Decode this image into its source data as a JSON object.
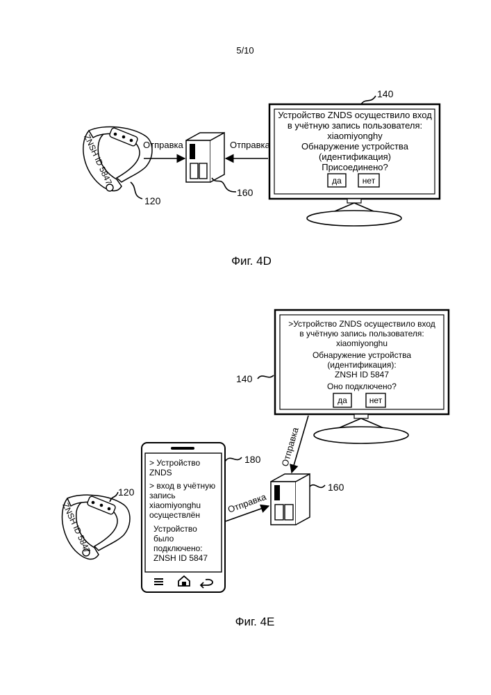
{
  "page_number": "5/10",
  "fig4d": {
    "caption": "Фиг. 4D",
    "tv": {
      "ref": "140",
      "lines": [
        "Устройство ZNDS осуществило вход",
        "в учётную запись пользователя:",
        "xiaomiyonghy",
        "Обнаружение устройства",
        "(идентификация)",
        "Присоединено?"
      ],
      "yes": "да",
      "no": "нет"
    },
    "band": {
      "ref": "120",
      "label": "ZNSH ID 5847"
    },
    "box": {
      "ref": "160"
    },
    "arrow_left_label": "Отправка",
    "arrow_right_label": "Отправка"
  },
  "fig4e": {
    "caption": "Фиг. 4E",
    "tv": {
      "ref": "140",
      "lines": [
        ">Устройство ZNDS осуществило вход",
        "в учётную запись пользователя:",
        "xiaomiyonghu",
        "Обнаружение устройства",
        "(идентификация):",
        "ZNSH ID 5847",
        "Оно подключено?"
      ],
      "yes": "да",
      "no": "нет"
    },
    "phone": {
      "ref": "180",
      "lines": [
        "> Устройство",
        "ZNDS",
        "> вход в учётную",
        "запись",
        "xiaomiyonghu",
        "осуществлён",
        "Устройство",
        "было",
        "подключено:",
        "ZNSH ID 5847"
      ]
    },
    "band": {
      "ref": "120",
      "label": "ZNSH ID 5847"
    },
    "box": {
      "ref": "160"
    },
    "arrow_phone_label": "Отправка",
    "arrow_tv_label": "Отправка"
  }
}
